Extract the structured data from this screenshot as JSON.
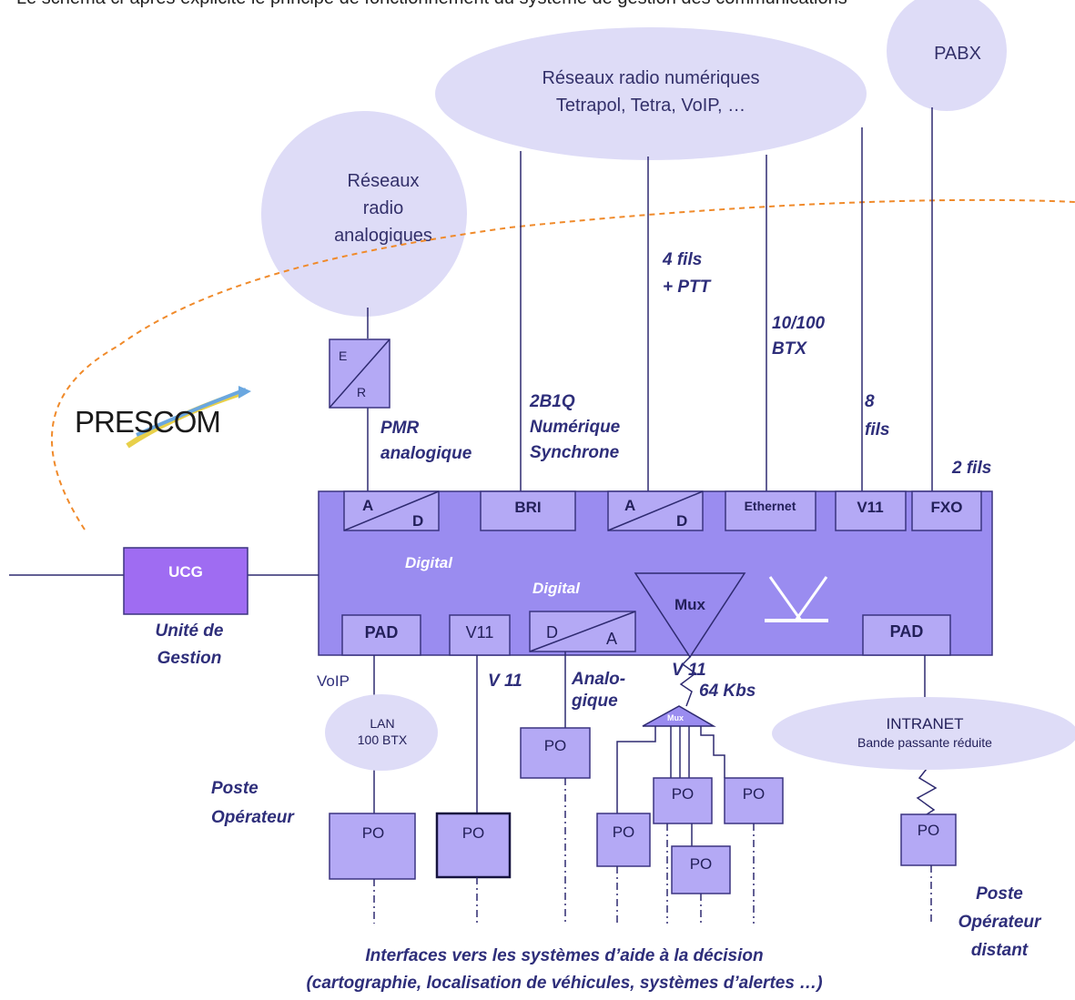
{
  "top_text": "Le schéma ci-après explicite le principe de fonctionnement du système de gestion des communications",
  "clouds": {
    "digital_radio": [
      "Réseaux radio numériques",
      "Tetrapol, Tetra, VoIP, …"
    ],
    "pabx": "PABX",
    "analog_radio": [
      "Réseaux",
      "radio",
      "analogiques"
    ],
    "lan": [
      "LAN",
      "100 BTX"
    ],
    "intranet": [
      "INTRANET",
      "Bande passante réduite"
    ]
  },
  "logo": "PRESCOM",
  "er_box": {
    "top": "E",
    "bottom": "R"
  },
  "link_labels": {
    "pmr": [
      "PMR",
      "analogique"
    ],
    "bri": [
      "2B1Q",
      "Numérique",
      "Synchrone"
    ],
    "four_wire": [
      "4 fils",
      "+ PTT"
    ],
    "ethernet": [
      "10/100",
      "BTX"
    ],
    "eight_wire": [
      "8",
      "fils"
    ],
    "two_wire": "2 fils",
    "voip": "VoIP",
    "v11": "V 11",
    "analogique": [
      "Analo-",
      "gique"
    ],
    "mux_link": [
      "V 11",
      "64 Kbs"
    ]
  },
  "switch": {
    "top_ports": {
      "ad1": {
        "a": "A",
        "d": "D"
      },
      "bri": "BRI",
      "ad2": {
        "a": "A",
        "d": "D"
      },
      "ethernet": "Ethernet",
      "v11": "V11",
      "fxo": "FXO"
    },
    "digital_label_1": "Digital",
    "digital_label_2": "Digital",
    "mux": "Mux",
    "bottom_ports": {
      "pad_left": "PAD",
      "v11": "V11",
      "da": {
        "d": "D",
        "a": "A"
      },
      "pad_right": "PAD"
    }
  },
  "ucg": {
    "label": "UCG",
    "caption": [
      "Unité de",
      "Gestion"
    ]
  },
  "small_mux": "Mux",
  "po_label": "PO",
  "captions": {
    "poste_operateur": [
      "Poste",
      "Opérateur"
    ],
    "poste_distant": [
      "Poste",
      "Opérateur",
      "distant"
    ],
    "footer": [
      "Interfaces  vers les systèmes d’aide à la décision",
      "(cartographie, localisation de véhicules, systèmes d’alertes …)"
    ]
  },
  "colors": {
    "switch_fill": "#9a8cf0",
    "box_fill": "#b4a9f5",
    "ucg_fill": "#9f6cf2",
    "cloud_fill": "#dedcf7",
    "label_color": "#2e2e7a",
    "orange_curve": "#f08a2a"
  }
}
